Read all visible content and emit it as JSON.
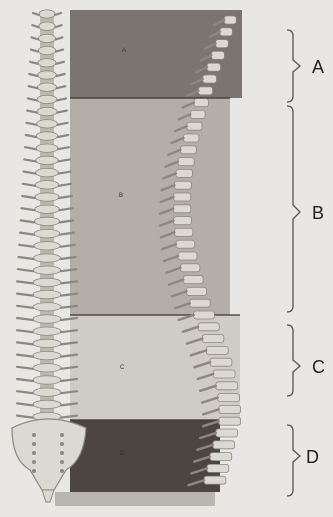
{
  "regions": [
    {
      "key": "A",
      "label": "A",
      "band_letter": "A",
      "band_color": "#7b7470"
    },
    {
      "key": "B",
      "label": "B",
      "band_letter": "B",
      "band_color": "#b3aea8"
    },
    {
      "key": "C",
      "label": "C",
      "band_letter": "C",
      "band_color": "#cfcbc6"
    },
    {
      "key": "D",
      "label": "D",
      "band_letter": "D",
      "band_color": "#4d4542"
    }
  ],
  "colors": {
    "background": "#e9e7e4",
    "bone": "#dcd8d2",
    "bone_shadow": "#8d8781",
    "bracket": "#555"
  }
}
